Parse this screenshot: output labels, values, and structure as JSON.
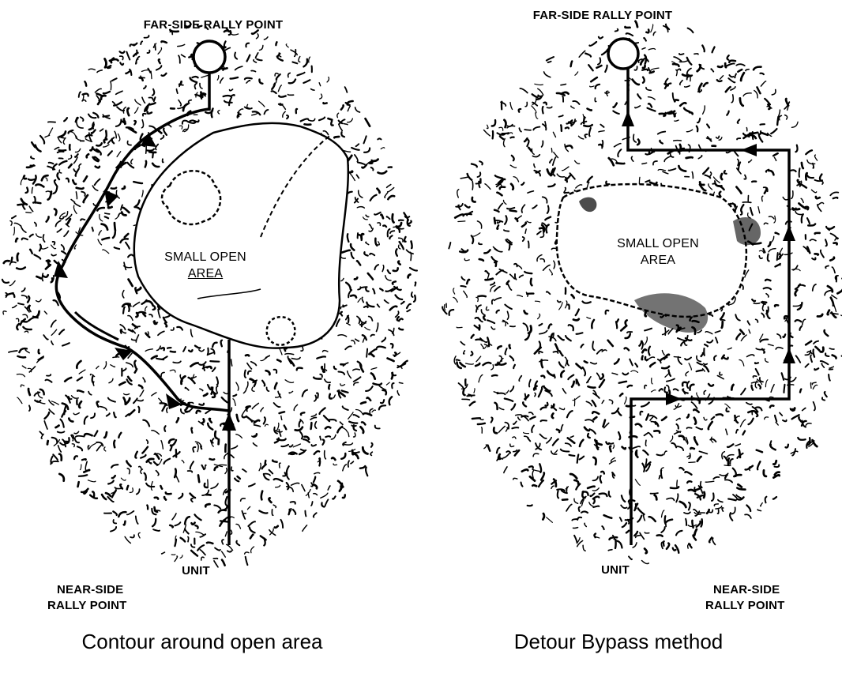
{
  "left": {
    "label_far_rally": "FAR-SIDE RALLY POINT",
    "label_open_line1": "SMALL OPEN",
    "label_open_line2": "AREA",
    "label_unit": "UNIT",
    "label_near_line1": "NEAR-SIDE",
    "label_near_line2": "RALLY POINT",
    "caption": "Contour around open area"
  },
  "right": {
    "label_far_rally": "FAR-SIDE RALLY POINT",
    "label_open_line1": "SMALL OPEN",
    "label_open_line2": "AREA",
    "label_unit": "UNIT",
    "label_near_line1": "NEAR-SIDE",
    "label_near_line2": "RALLY POINT",
    "caption": "Detour Bypass method"
  },
  "colors": {
    "ink": "#000000",
    "paper": "#ffffff"
  }
}
